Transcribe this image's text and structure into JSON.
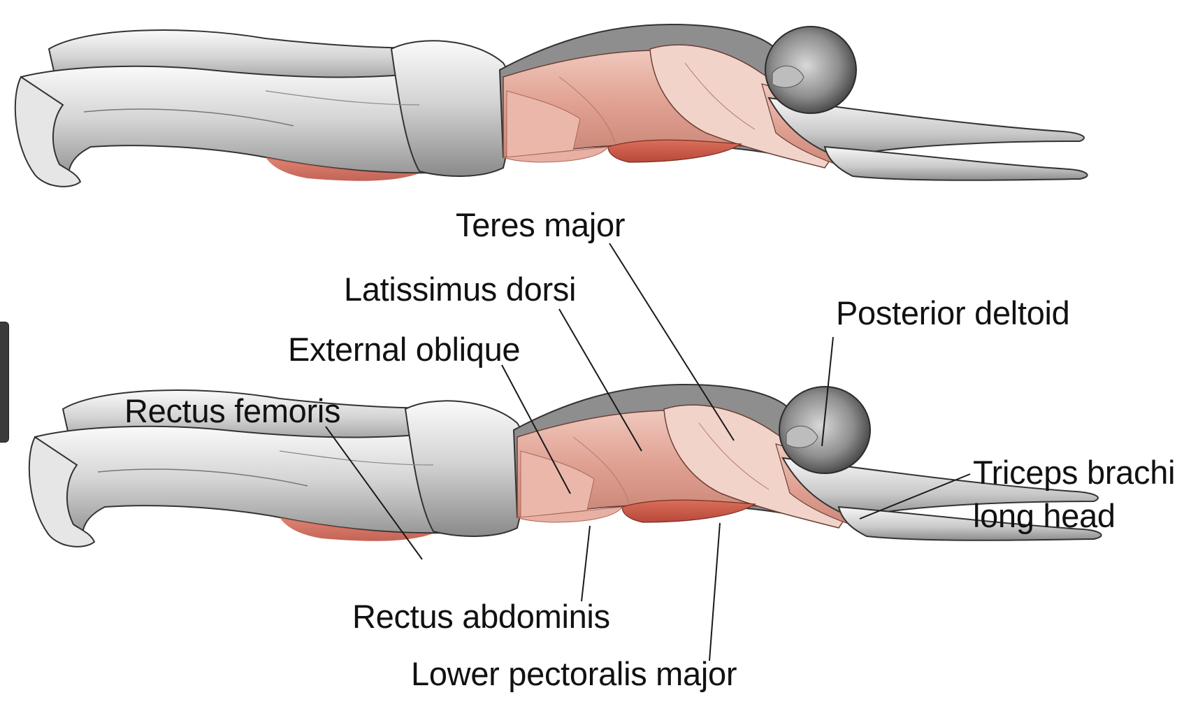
{
  "colors": {
    "skin_light": "#f2f2f2",
    "skin_mid": "#bdbdbd",
    "skin_dark": "#6f6f6f",
    "muscle_primary": "#e2a699",
    "muscle_secondary": "#cf5f4c",
    "line": "#222222"
  },
  "figures": {
    "top": {
      "name": "prone superman figure without labels"
    },
    "bottom": {
      "name": "prone superman figure with labels"
    }
  },
  "labels": {
    "teres_major": "Teres major",
    "latissimus_dorsi": "Latissimus dorsi",
    "posterior_deltoid": "Posterior deltoid",
    "external_oblique": "External oblique",
    "rectus_femoris": "Rectus femoris",
    "triceps_line1": "Triceps brachii,",
    "triceps_line2": "long head",
    "rectus_abdominis": "Rectus abdominis",
    "lower_pectoralis_major": "Lower pectoralis major"
  },
  "side_handle_icon": "panel-handle"
}
